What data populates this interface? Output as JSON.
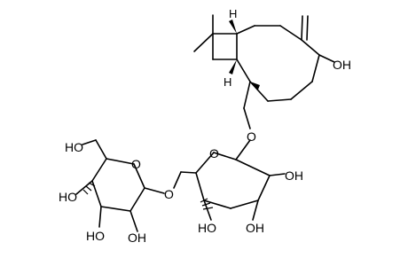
{
  "molecule": {
    "labels": {
      "ho_cyclononene": "OH",
      "o_bridge_top": "O",
      "ho_glc_c2": "OH",
      "ho_glc_c3": "OH",
      "ho_glc_c4": "HO",
      "o_glc_ring": "O",
      "o_bridge_mid": "O",
      "ho_gal_c6": "HO",
      "o_gal_ring": "O",
      "ho_gal_c4": "HO",
      "ho_gal_c3": "HO",
      "ho_gal_c2": "OH",
      "h_top": "H",
      "h_bottom": "H"
    }
  }
}
